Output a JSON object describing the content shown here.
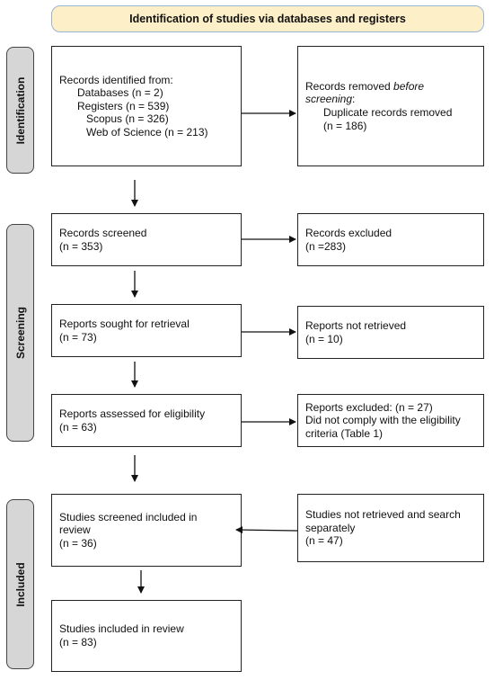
{
  "header": {
    "title": "Identification of studies via databases and registers"
  },
  "phases": {
    "identification": "Identification",
    "screening": "Screening",
    "included": "Included"
  },
  "identified": {
    "line1": "Records identified from:",
    "line2": "Databases (n = 2)",
    "line3": "Registers (n = 539)",
    "line4": "Scopus (n = 326)",
    "line5": "Web of Science (n = 213)"
  },
  "removed": {
    "prefix": "Records removed ",
    "italic1": "before",
    "italic2": "screening",
    "suffix": ":",
    "line3": "Duplicate records removed",
    "line4": "(n = 186)"
  },
  "screened": {
    "line1": "Records screened",
    "line2": "(n = 353)"
  },
  "excluded": {
    "line1": "Records excluded",
    "line2": "(n =283)"
  },
  "sought": {
    "line1": "Reports sought for retrieval",
    "line2": "(n = 73)"
  },
  "not_retrieved": {
    "line1": "Reports not retrieved",
    "line2": "(n = 10)"
  },
  "assessed": {
    "line1": "Reports assessed for eligibility",
    "line2": "(n = 63)"
  },
  "reports_excluded": {
    "line1": "Reports excluded: (n = 27)",
    "line2": "Did not comply with the eligibility",
    "line3": "criteria (Table 1)"
  },
  "included_screened": {
    "line1": "Studies screened included in",
    "line2": "review",
    "line3": "(n = 36)"
  },
  "searched_separately": {
    "line1": "Studies not retrieved and search",
    "line2": "separately",
    "line3": "(n = 47)"
  },
  "included_total": {
    "line1": "Studies included in review",
    "line2": "(n = 83)"
  }
}
